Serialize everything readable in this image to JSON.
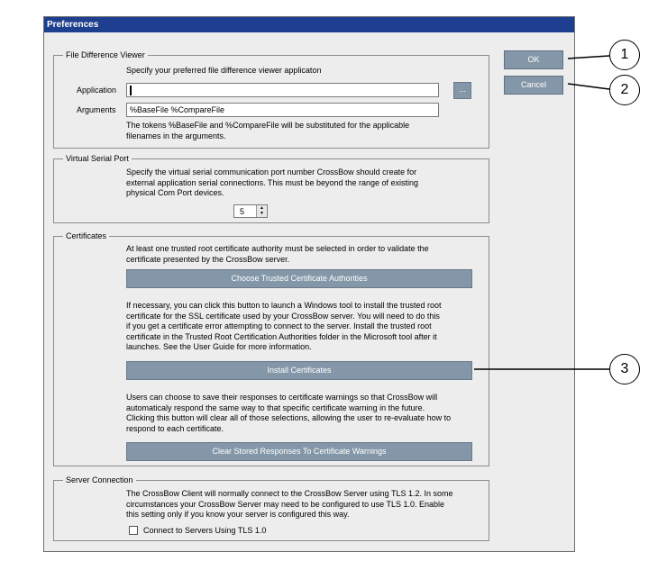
{
  "window": {
    "title": "Preferences"
  },
  "file_diff": {
    "legend": "File Difference Viewer",
    "description": "Specify your preferred file difference viewer applicaton",
    "application_label": "Application",
    "application_value": "",
    "browse_label": "...",
    "arguments_label": "Arguments",
    "arguments_value": "%BaseFile %CompareFile",
    "note": "The tokens %BaseFile and %CompareFile will be substituted for the applicable\nfilenames in the arguments."
  },
  "serial_port": {
    "legend": "Virtual Serial Port",
    "description": "Specify the virtual serial communication port number CrossBow should create for\nexternal application serial connections.  This must be beyond the range of existing\nphysical Com Port devices.",
    "port_value": "5",
    "up_arrow": "▲",
    "down_arrow": "▼"
  },
  "certificates": {
    "legend": "Certificates",
    "intro": "At least one trusted root certificate authority must be selected in order to validate the\ncertificate presented by the CrossBow server.",
    "choose_button": "Choose Trusted Certificate Authorities",
    "install_help": "If necessary, you can click this button to launch a Windows tool to install the trusted root\ncertificate for the SSL certificate used by your CrossBow server.  You will need to do this\nif you get a certificate error attempting to connect to the server.  Install the trusted root\ncertificate in the Trusted Root Certification Authorities folder in the Microsoft tool after it\nlaunches.  See the User Guide for more information.",
    "install_button": "Install Certificates",
    "clear_help": "Users can choose to save their responses to certificate warnings so that CrossBow will\nautomaticaly respond the same way to that specific certificate warning in the future.\nClicking this button will clear all of those selections, allowing the user to re-evaluate how to\nrespond to each certificate.",
    "clear_button": "Clear Stored Responses To Certificate Warnings"
  },
  "server_connection": {
    "legend": "Server Connection",
    "description": "The CrossBow Client will normally connect to the CrossBow Server using TLS 1.2.  In some\ncircumstances your CrossBow Server may need to be configured to use TLS 1.0.  Enable\nthis setting only if you know your server is configured this way.",
    "tls_checkbox_label": "Connect to Servers Using TLS 1.0",
    "tls_checked": false
  },
  "buttons": {
    "ok": "OK",
    "cancel": "Cancel"
  },
  "callouts": [
    "1",
    "2",
    "3"
  ]
}
